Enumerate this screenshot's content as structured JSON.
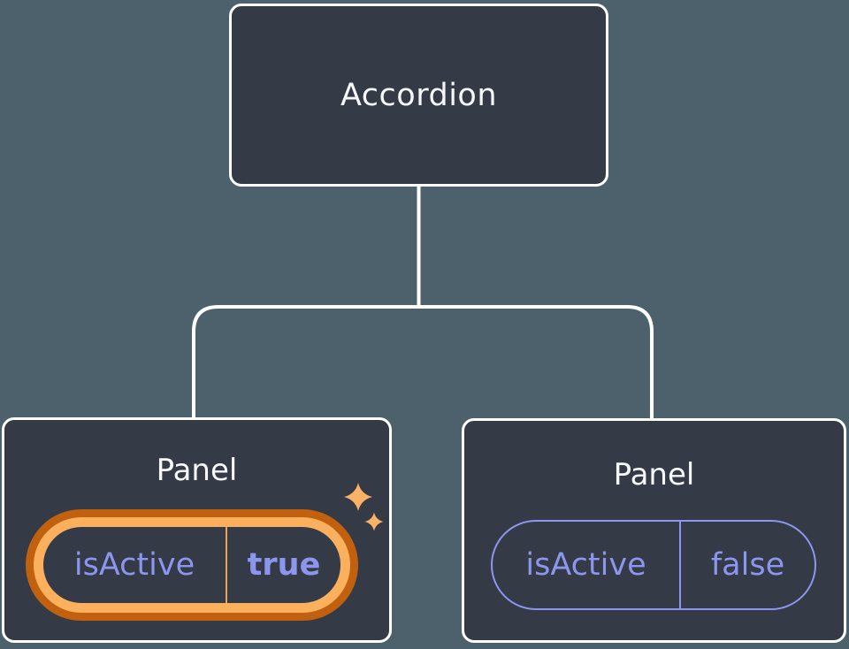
{
  "diagram": {
    "root": {
      "label": "Accordion"
    },
    "panels": [
      {
        "title": "Panel",
        "prop_name": "isActive",
        "prop_value": "true",
        "highlighted": true
      },
      {
        "title": "Panel",
        "prop_name": "isActive",
        "prop_value": "false",
        "highlighted": false
      }
    ],
    "colors": {
      "background": "#4d616c",
      "node_fill": "#343a46",
      "node_border": "#ffffff",
      "text_primary": "#f6f7f9",
      "prop_purple": "#8d96ee",
      "highlight_orange_dark": "#c1600f",
      "highlight_orange_light": "#fab05c",
      "highlight_divider": "#eea24f",
      "sparkle": "#f9b266",
      "connector": "#ffffff"
    }
  }
}
